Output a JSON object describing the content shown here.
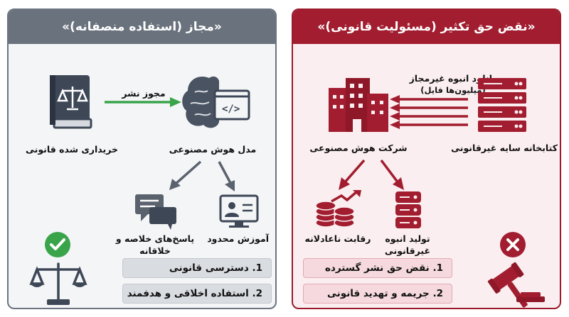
{
  "left": {
    "title": "«مجاز (استفاده منصفانه)»",
    "book_label": "خریداری شده قانونی",
    "arrow_label": "مجوز نشر",
    "ai_label": "مدل هوش مصنوعی",
    "chat_label": "پاسخ‌های خلاصه و خلاقانه",
    "training_label": "آموزش محدود",
    "items": [
      "1. دسترسی قانونی",
      "2. استفاده اخلاقی و هدفمند"
    ]
  },
  "right": {
    "title": "«نقض حق تکثیر (مسئولیت قانونی)»",
    "download_label_1": "دانلود انبوه غیرمجاز",
    "download_label_2": "(میلیون‌ها فایل)",
    "company_label": "شرکت هوش مصنوعی",
    "library_label": "کتابخانه سایه غیرقانونی",
    "competition_label": "رقابت ناعادلانه",
    "production_label": "تولید انبوه غیرقانونی",
    "items": [
      "1. نقض حق نشر گسترده",
      "2. جریمه و تهدید قانونی"
    ]
  },
  "colors": {
    "gray": "#6a727d",
    "red": "#a11d2f",
    "green": "#3aa44a",
    "dark": "#3d4756"
  }
}
